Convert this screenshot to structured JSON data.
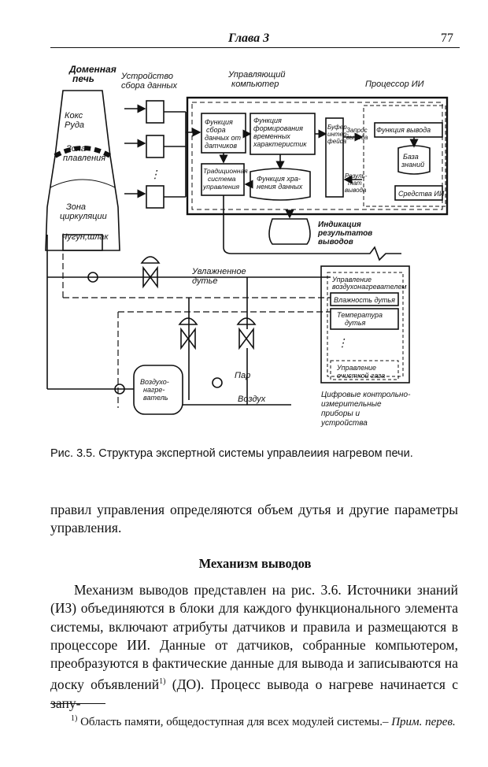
{
  "header": {
    "chapter": "Глава 3",
    "page_number": "77"
  },
  "diagram": {
    "furnace_title": [
      "Доменная",
      "печь"
    ],
    "furnace_zones": [
      "Кокс",
      "Руда",
      "Зона",
      "плавления",
      "Зона",
      "циркуляции",
      "Чугун,шлак"
    ],
    "collector_title": [
      "Устройство",
      "сбора данных"
    ],
    "computer_title": [
      "Управляющий",
      "компьютер"
    ],
    "ai_processor_title": "Процессор ИИ",
    "fn_sensor_collect": [
      "Функция",
      "сбора",
      "данных от",
      "датчиков"
    ],
    "fn_time_features": [
      "Функция",
      "формирования",
      "временных",
      "характеристик"
    ],
    "traditional_control": [
      "Традиционная",
      "система",
      "управления"
    ],
    "fn_data_storage": [
      "Функция хра-",
      "нения данных"
    ],
    "buffer_interface": [
      "Буфер",
      "интер-",
      "фейса"
    ],
    "inference_request": [
      "Запрос",
      "вывода"
    ],
    "inference_result": [
      "Резуль-",
      "тат",
      "вывода"
    ],
    "fn_inference": "Функция вывода",
    "knowledge_base": [
      "База",
      "знаний"
    ],
    "ai_tools": "Средства ИИ",
    "result_display": [
      "Индикация",
      "результатов",
      "выводов"
    ],
    "humidified_blast": [
      "Увлажненное",
      "дутье"
    ],
    "ctrl_air_heater": [
      "Управление",
      "воздухонагревателем"
    ],
    "blast_humidity": "Влажность дутья",
    "blast_temperature": [
      "Температура",
      "дутья"
    ],
    "gas_cleaning": [
      "Управление",
      "очисткой газа"
    ],
    "steam": "Пар",
    "air": "Воздух",
    "air_heater": [
      "Воздухо-",
      "нагре-",
      "ватель"
    ],
    "digital_devices": [
      "Цифровые контрольно-",
      "измерительные",
      "приборы и",
      "устройства"
    ],
    "ellipsis": "⋮"
  },
  "caption": "Рис. 3.5. Структура экспертной системы управлеиия нагревом печи.",
  "paragraph_1": "правил управления определяются объем дутья и другие параметры управления.",
  "section_title": "Механизм выводов",
  "paragraph_2": "Механизм выводов представлен на рис. 3.6. Источники знаний (ИЗ) объединяются в блоки для каждого функционального элемента системы, включают атрибуты датчиков и правила и размещаются в процессоре ИИ. Данные от датчиков, собранные компьютером, преобразуются в фактические данные для вывода и записываются на доску объявлений",
  "paragraph_2_sup": "1)",
  "paragraph_2_end": " (ДО). Процесс вывода о нагреве начинается с запу-",
  "footnote_mark": "1)",
  "footnote_text": " Область памяти, общедоступная для всех модулей системы.– ",
  "footnote_note": "Прим. перев."
}
